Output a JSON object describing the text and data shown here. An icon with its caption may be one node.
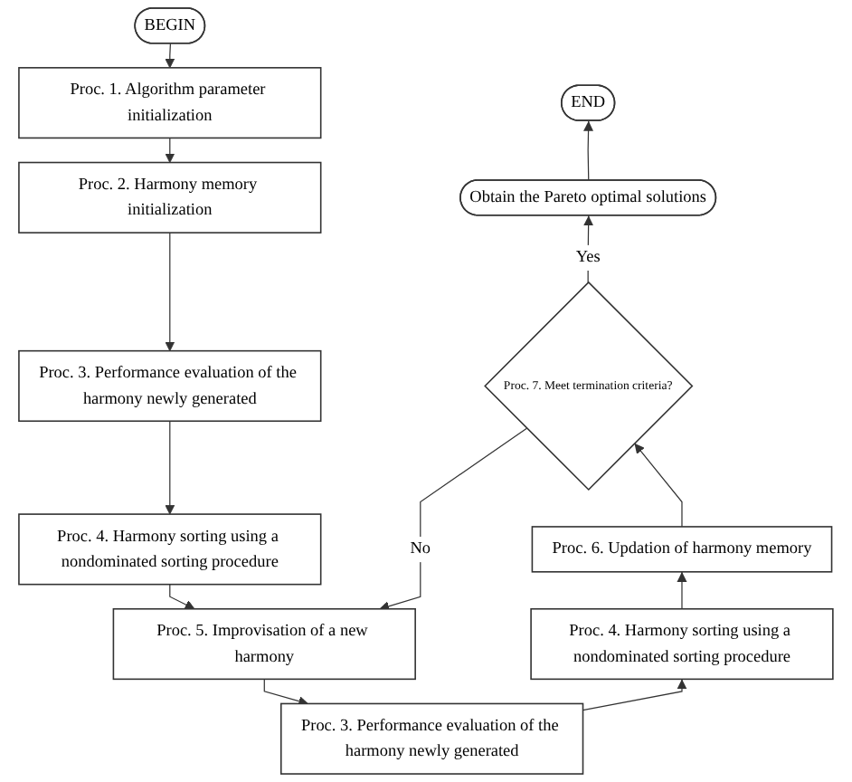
{
  "diagram": {
    "nodes": [
      {
        "text": [
          "BEGIN"
        ]
      },
      {
        "text": [
          "Proc. 1. Algorithm parameter initialization"
        ]
      },
      {
        "text": [
          "Proc. 2. Harmony memory initialization"
        ]
      },
      {
        "text": [
          "Proc. 3. Performance evaluation of the harmony newly generated"
        ]
      },
      {
        "text": [
          "Proc. 4. Harmony sorting using a nondominated sorting procedure"
        ]
      },
      {
        "text": [
          "Proc. 5. Improvisation of a new harmony"
        ]
      },
      {
        "text": [
          "END"
        ]
      },
      {
        "text": [
          "Obtain the Pareto optimal solutions"
        ]
      },
      {
        "text": [
          "Proc. 7. Meet termination criteria?"
        ]
      },
      {
        "text": [
          "Proc. 6. Updation of harmony memory"
        ]
      },
      {
        "text": [
          "Proc. 4. Harmony sorting using a nondominated sorting procedure"
        ]
      },
      {
        "text": [
          "Proc. 3. Performance evaluation of the harmony newly generated"
        ]
      }
    ],
    "edges": [
      {
        "from": 0,
        "to": 1,
        "arrow": "to"
      },
      {
        "from": 1,
        "to": 2,
        "arrow": "to"
      },
      {
        "from": 2,
        "to": 3,
        "arrow": "to"
      },
      {
        "from": 3,
        "to": 4,
        "arrow": "to"
      },
      {
        "from": 4,
        "to": 5,
        "arrow": "to"
      },
      {
        "from": 5,
        "to": 11,
        "arrow": "to"
      },
      {
        "from": 11,
        "to": 10,
        "arrow": "to"
      },
      {
        "from": 10,
        "to": 9,
        "arrow": "to"
      },
      {
        "from": 9,
        "to": 8,
        "arrow": "to"
      },
      {
        "from": 8,
        "to": 7,
        "arrow": "to",
        "label": "Yes"
      },
      {
        "from": 8,
        "to": 5,
        "arrow": "to",
        "label": "No"
      },
      {
        "from": 7,
        "to": 6,
        "arrow": "to"
      }
    ]
  }
}
